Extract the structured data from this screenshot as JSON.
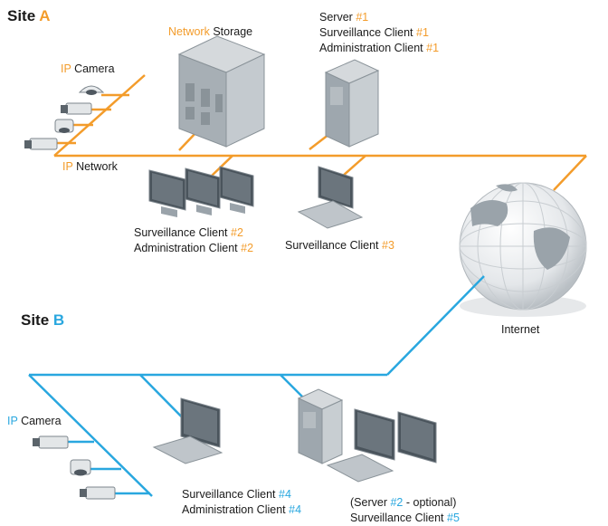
{
  "colors": {
    "site_a": "#f39c2b",
    "site_b": "#29a7df",
    "device": "#9aa3aa"
  },
  "site_a": {
    "title": {
      "prefix": "Site",
      "letter": "A"
    },
    "network_storage": {
      "accent": "Network",
      "rest": "Storage"
    },
    "ip_camera": {
      "accent": "IP",
      "rest": "Camera"
    },
    "ip_network": {
      "accent": "IP",
      "rest": "Network"
    },
    "server_group": [
      {
        "text": "Server",
        "num": "#1"
      },
      {
        "text": "Surveillance Client",
        "num": "#1"
      },
      {
        "text": "Administration Client",
        "num": "#1"
      }
    ],
    "client2_group": [
      {
        "text": "Surveillance Client",
        "num": "#2"
      },
      {
        "text": "Administration Client",
        "num": "#2"
      }
    ],
    "client3": {
      "text": "Surveillance Client",
      "num": "#3"
    }
  },
  "internet": {
    "label": "Internet"
  },
  "site_b": {
    "title": {
      "prefix": "Site",
      "letter": "B"
    },
    "ip_camera": {
      "accent": "IP",
      "rest": "Camera"
    },
    "client4_group": [
      {
        "text": "Surveillance Client",
        "num": "#4"
      },
      {
        "text": "Administration Client",
        "num": "#4"
      }
    ],
    "client5_group": {
      "line1_pre": "(Server",
      "line1_num": "#2",
      "line1_post": "- optional)",
      "line2": {
        "text": "Surveillance Client",
        "num": "#5"
      }
    }
  }
}
